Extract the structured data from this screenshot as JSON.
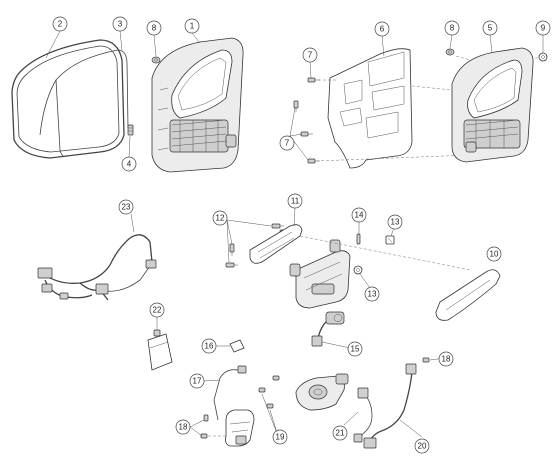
{
  "callouts": [
    {
      "id": "c1",
      "label": "1"
    },
    {
      "id": "c2",
      "label": "2"
    },
    {
      "id": "c3",
      "label": "3"
    },
    {
      "id": "c4",
      "label": "4"
    },
    {
      "id": "c5",
      "label": "5"
    },
    {
      "id": "c6",
      "label": "6"
    },
    {
      "id": "c7a",
      "label": "7"
    },
    {
      "id": "c7b",
      "label": "7"
    },
    {
      "id": "c8a",
      "label": "8"
    },
    {
      "id": "c8b",
      "label": "8"
    },
    {
      "id": "c9",
      "label": "9"
    },
    {
      "id": "c10",
      "label": "10"
    },
    {
      "id": "c11",
      "label": "11"
    },
    {
      "id": "c12",
      "label": "12"
    },
    {
      "id": "c13a",
      "label": "13"
    },
    {
      "id": "c13b",
      "label": "13"
    },
    {
      "id": "c14",
      "label": "14"
    },
    {
      "id": "c15",
      "label": "15"
    },
    {
      "id": "c16",
      "label": "16"
    },
    {
      "id": "c17",
      "label": "17"
    },
    {
      "id": "c18a",
      "label": "18"
    },
    {
      "id": "c18b",
      "label": "18"
    },
    {
      "id": "c19",
      "label": "19"
    },
    {
      "id": "c20",
      "label": "20"
    },
    {
      "id": "c21",
      "label": "21"
    },
    {
      "id": "c22",
      "label": "22"
    },
    {
      "id": "c23",
      "label": "23"
    }
  ]
}
